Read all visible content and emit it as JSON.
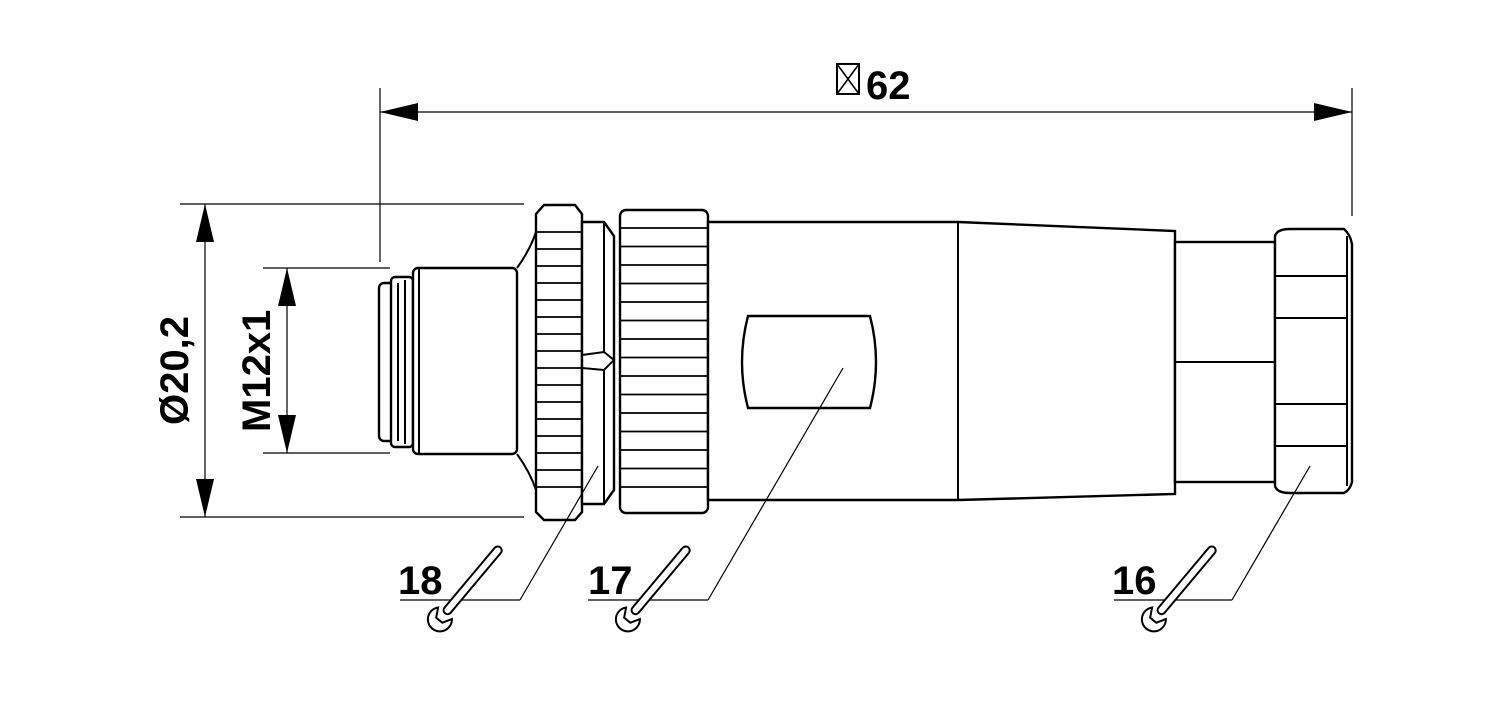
{
  "dimensions": {
    "overall_length": "62",
    "overall_length_symbol": "☒",
    "diameter": "Ø20,2",
    "thread": "M12x1"
  },
  "callouts": {
    "item_18": "18",
    "item_17": "17",
    "item_16": "16"
  },
  "icons": {
    "wrench_18": "wrench-icon",
    "wrench_17": "wrench-icon",
    "wrench_16": "wrench-icon"
  },
  "colors": {
    "line": "#000000",
    "background": "#ffffff"
  }
}
